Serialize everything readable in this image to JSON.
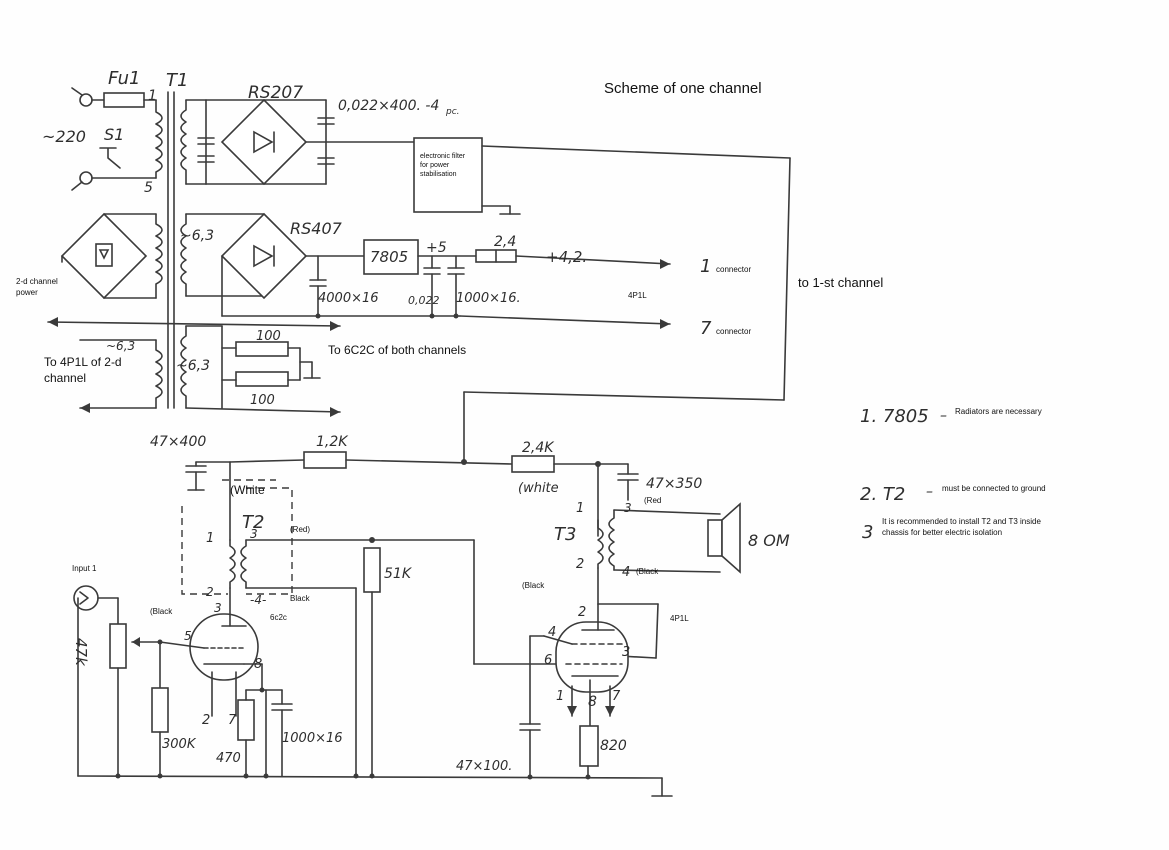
{
  "title": "Scheme of one channel",
  "mains": {
    "voltage": "~220",
    "fuse": "Fu1",
    "switch": "S1",
    "primary_start": "1",
    "primary_end": "5",
    "transformer": "T1"
  },
  "power": {
    "bridge1": "RS207",
    "bridge1_caps": "0,022×400. -4",
    "bridge1_caps_suffix": "pc.",
    "filter_line1": "electronic filter",
    "filter_line2": "for power",
    "filter_line3": "stabilisation",
    "bridge2": "RS407",
    "winding_63a": "~6,3",
    "regulator": "7805",
    "reg_out": "+5",
    "resistor_24": "2,4",
    "out_42": "+4,2.",
    "cap_4000": "4000×16",
    "cap_0022": "0,022",
    "cap_1000": "1000×16.",
    "conn1_num": "1",
    "conn_word": "connector",
    "tube_out": "4P1L",
    "conn7_num": "7",
    "to_first": "to 1-st channel",
    "second_power_line1": "2-d channel",
    "second_power_line2": "power",
    "to4p1l_line1": "To 4P1L of 2-d",
    "to4p1l_line2": "channel",
    "winding_63b": "~6,3",
    "winding_63c": "~6,3",
    "res100a": "100",
    "res100b": "100",
    "to6c2c": "To 6C2C of both channels"
  },
  "amplifier": {
    "cap_47x400": "47×400",
    "res_12k": "1,2K",
    "res_24k": "2,4K",
    "white_label": "(white",
    "cap_47x350": "47×350",
    "t3": "T3",
    "red_label": "(Red",
    "pin3_t3": "3",
    "pin4_t3": "4",
    "black_t3": "(Black",
    "speaker": "8 OM",
    "white_t2": "(White",
    "t2": "T2",
    "t2_pin1": "1",
    "t2_pin3": "3",
    "red_t2": "(Red)",
    "t2_pin2": "2",
    "t2_pin4": "-4-",
    "black_t2": "Black",
    "input": "Input 1",
    "pot": "47k",
    "black_in": "(Black",
    "pin5": "5",
    "pin3_v1": "3",
    "pin8_v1": "8",
    "pin2_v1": "2",
    "pin7_v1": "7",
    "tube_in": "6c2c",
    "res_51k": "51K",
    "res_300k": "300K",
    "res_470": "470",
    "cap_1000x16": "1000×16",
    "t3_pin1": "1",
    "t3_pin2": "2",
    "black_v2": "(Black",
    "v2_pin2": "2",
    "v2_pin4": "4",
    "v2_pin6": "6",
    "v2_pin3": "3",
    "v2_pin1": "1",
    "v2_pin8": "8",
    "v2_pin7": "7",
    "tube_out": "4P1L",
    "cap_47x100": "47×100.",
    "res_820": "820"
  },
  "notes": [
    {
      "num": "1. 7805",
      "dash": "–",
      "text": "Radiators are necessary"
    },
    {
      "num": "2. T2",
      "dash": "–",
      "text": "must be connected to ground"
    },
    {
      "num": "3",
      "text1": "It is recommended to install T2 and T3 inside",
      "text2": "chassis for better electric isolation"
    }
  ]
}
